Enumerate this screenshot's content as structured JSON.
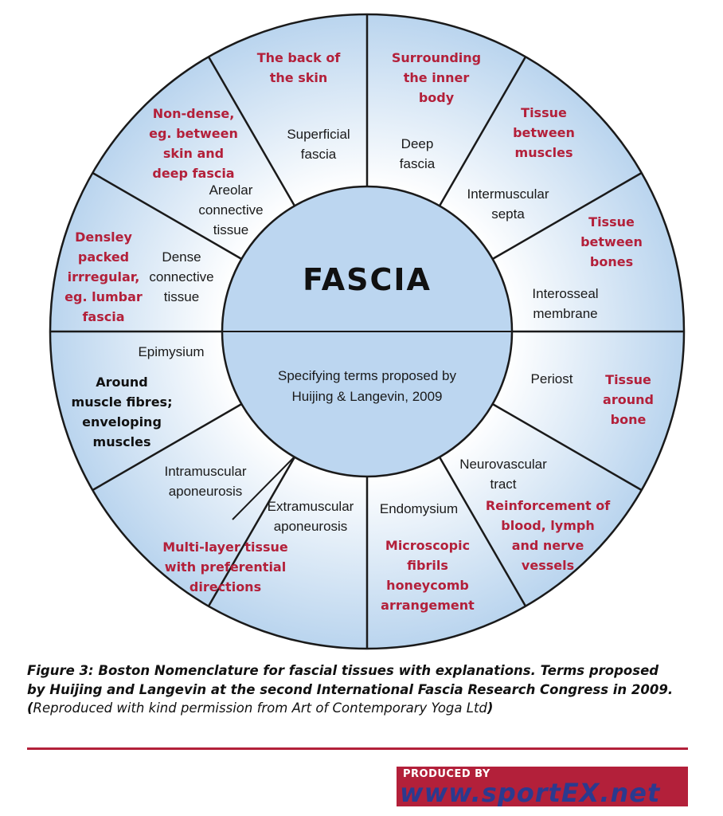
{
  "center": {
    "title": "FASCIA",
    "subtitle_lines": [
      "Specifying terms proposed by",
      "Huijing & Langevin, 2009"
    ]
  },
  "segments": [
    {
      "term": [
        "Superficial",
        "fascia"
      ],
      "explanation": [
        "The back of",
        "the skin"
      ]
    },
    {
      "term": [
        "Deep",
        "fascia"
      ],
      "explanation": [
        "Surrounding",
        "the inner",
        "body"
      ]
    },
    {
      "term": [
        "Intermuscular",
        "septa"
      ],
      "explanation": [
        "Tissue",
        "between",
        "muscles"
      ]
    },
    {
      "term": [
        "Interosseal",
        "membrane"
      ],
      "explanation": [
        "Tissue",
        "between",
        "bones"
      ]
    },
    {
      "term": [
        "Periost"
      ],
      "explanation": [
        "Tissue",
        "around",
        "bone"
      ]
    },
    {
      "term": [
        "Neurovascular",
        "tract"
      ],
      "explanation": [
        "Reinforcement of",
        "blood, lymph",
        "and nerve",
        "vessels"
      ]
    },
    {
      "term": [
        "Endomysium"
      ],
      "explanation": [
        "Microscopic",
        "fibrils",
        "honeycomb",
        "arrangement"
      ]
    },
    {
      "term": [
        "Extramuscular",
        "aponeurosis"
      ],
      "explanation": [
        "Multi-layer tissue",
        "with preferential",
        "directions"
      ]
    },
    {
      "term": [
        "Intramuscular",
        "aponeurosis"
      ],
      "explanation": []
    },
    {
      "term": [
        "Epimysium"
      ],
      "explanation": [
        "Around",
        "muscle fibres;",
        "enveloping",
        "muscles"
      ]
    },
    {
      "term": [
        "Dense",
        "connective",
        "tissue"
      ],
      "explanation": [
        "Densley",
        "packed",
        "irrregular,",
        "eg. lumbar",
        "fascia"
      ]
    },
    {
      "term": [
        "Areolar",
        "connective",
        "tissue"
      ],
      "explanation": [
        "Non-dense,",
        "eg. between",
        "skin and",
        "deep fascia"
      ]
    }
  ],
  "caption": {
    "main": "Figure 3: Boston Nomenclature for fascial tissues with explanations. Terms proposed by Huijing and Langevin at the second International Fascia Research Congress in 2009. (",
    "parenthetical": "Reproduced with kind permission from Art of Contemporary Yoga Ltd",
    "close": ")"
  },
  "logo": {
    "top": "PRODUCED BY",
    "url": "www.sportEX.net"
  },
  "colors": {
    "explanation": "#b3203a",
    "segment_edge": "#b9d4ee",
    "segment_center": "#ffffff",
    "hub": "#bcd6f0",
    "lines": "#1a1a1a",
    "logo_bg": "#b3203a",
    "logo_text": "#2b3a8f"
  }
}
